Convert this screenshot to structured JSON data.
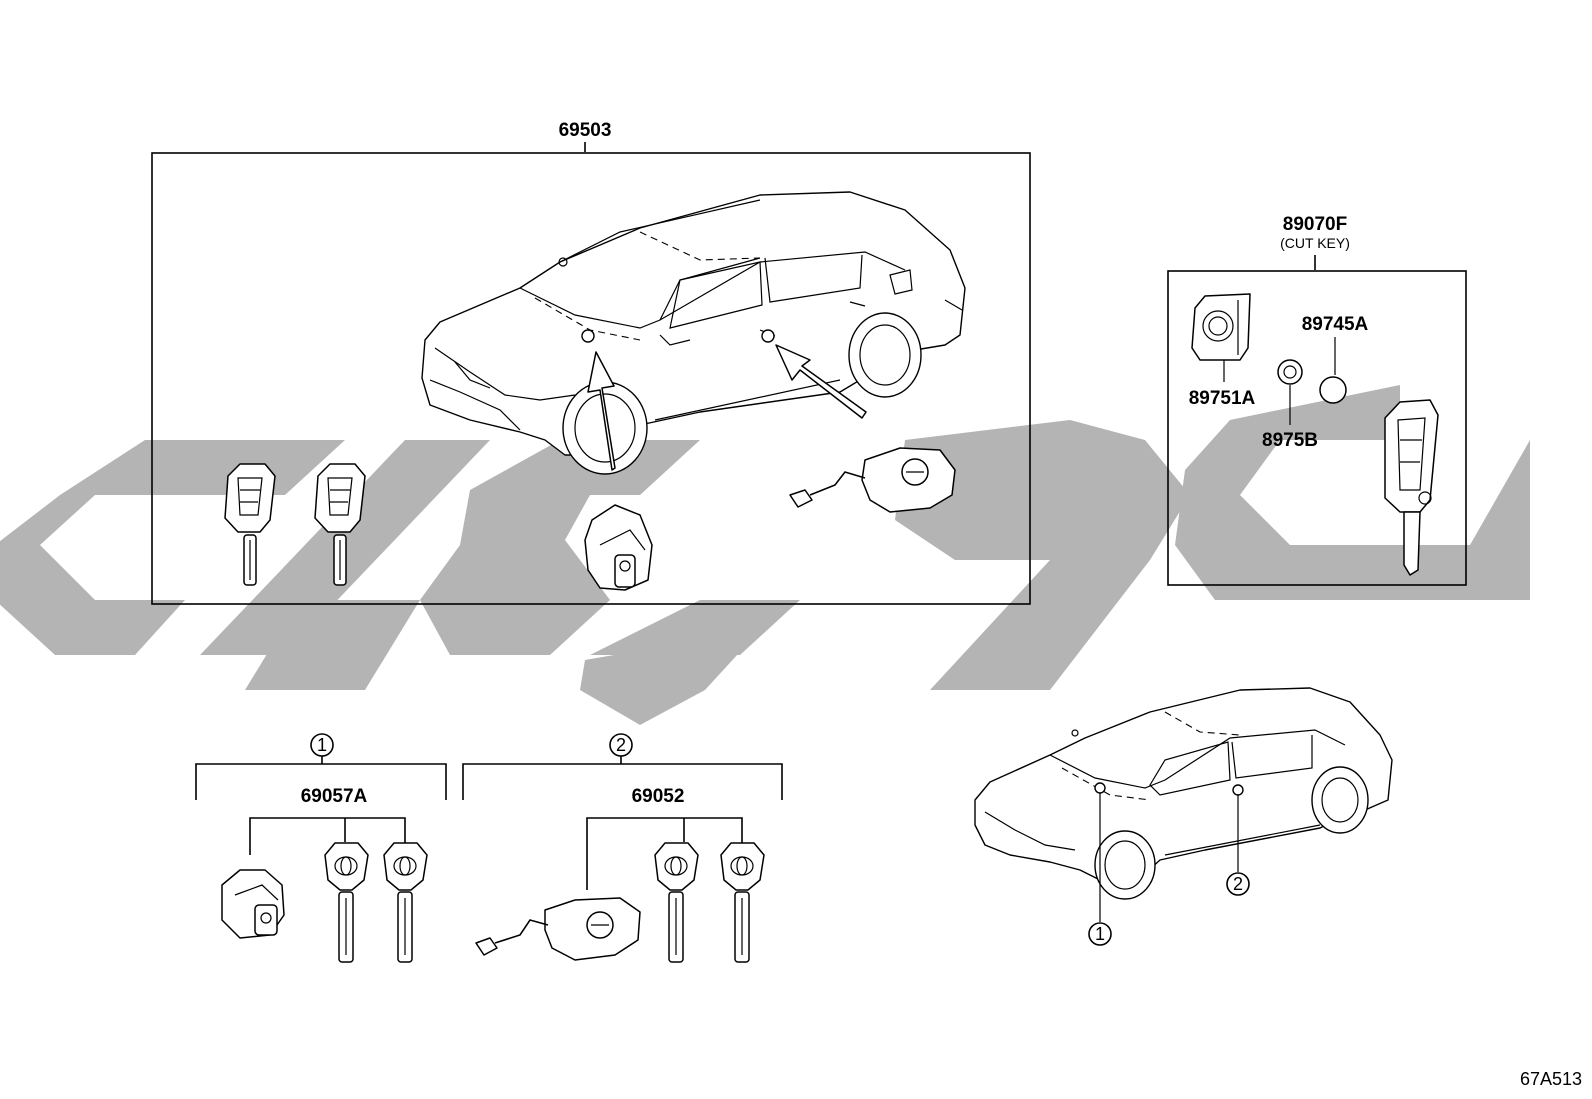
{
  "diagram": {
    "main_assembly": {
      "part_number": "69503"
    },
    "cut_key_assembly": {
      "part_number": "89070F",
      "note": "(CUT KEY)"
    },
    "cut_key_parts": [
      {
        "id": "cover",
        "part_number": "89751A"
      },
      {
        "id": "battery",
        "part_number": "89745A"
      },
      {
        "id": "spacer",
        "part_number": "8975B"
      }
    ],
    "group_1": {
      "callout": "1",
      "part_number": "69057A"
    },
    "group_2": {
      "callout": "2",
      "part_number": "69052"
    },
    "location_callouts": [
      "1",
      "2"
    ],
    "drawing_code": "67A513"
  }
}
